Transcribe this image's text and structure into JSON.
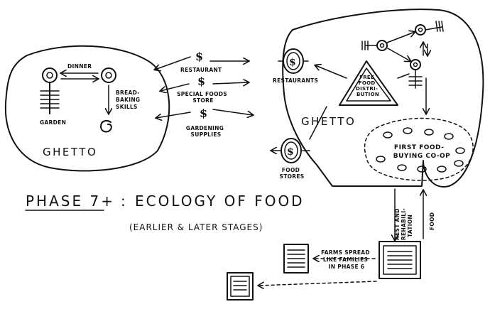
{
  "left_ghetto": {
    "title": "GHETTO",
    "garden": "GARDEN",
    "dinner": "DINNER",
    "bread_lines": [
      "BREAD-",
      "BAKING",
      "SKILLS"
    ]
  },
  "middle": {
    "restaurant": "RESTAURANT",
    "special_foods": [
      "SPECIAL FOODS",
      "STORE"
    ],
    "gardening": [
      "GARDENING",
      "SUPPLIES"
    ]
  },
  "right_ghetto": {
    "title": "GHETTO",
    "restaurants": "RESTAURANTS",
    "food_stores": [
      "FOOD",
      "STORES"
    ],
    "free_food_lines": [
      "FREE",
      "FOOD",
      "DISTRI-",
      "BUTION"
    ],
    "coop_lines": [
      "FIRST FOOD-",
      "BUYING CO-OP"
    ]
  },
  "title": {
    "main": "PHASE 7+",
    "colon": ":",
    "rest": "ECOLOGY OF FOOD",
    "subtitle": "(EARLIER & LATER STAGES)"
  },
  "lower": {
    "rest_lines": [
      "REST AND",
      "REHABILI-",
      "TATION"
    ],
    "food": "FOOD",
    "farms_lines": [
      "FARMS SPREAD",
      "LIKE FAMILIES",
      "IN PHASE 6"
    ]
  },
  "colors": {
    "ink": "#111111",
    "paper": "#ffffff"
  }
}
